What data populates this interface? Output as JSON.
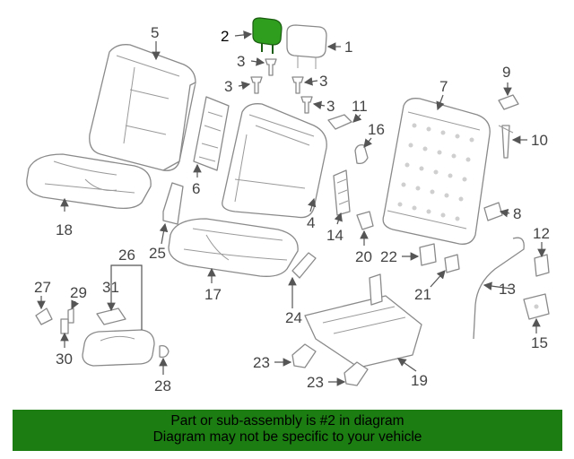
{
  "diagram": {
    "callouts": [
      "1",
      "2",
      "3",
      "3",
      "3",
      "3",
      "4",
      "5",
      "6",
      "7",
      "8",
      "9",
      "10",
      "11",
      "12",
      "13",
      "14",
      "15",
      "16",
      "17",
      "18",
      "19",
      "20",
      "21",
      "22",
      "23",
      "23",
      "24",
      "25",
      "26",
      "27",
      "28",
      "29",
      "30",
      "31"
    ],
    "highlight_color": "#2f9e1f"
  },
  "banner": {
    "line1": "Part or sub-assembly is #2 in diagram",
    "line2": "Diagram may not be specific to your vehicle",
    "background": "#1b7d12"
  }
}
